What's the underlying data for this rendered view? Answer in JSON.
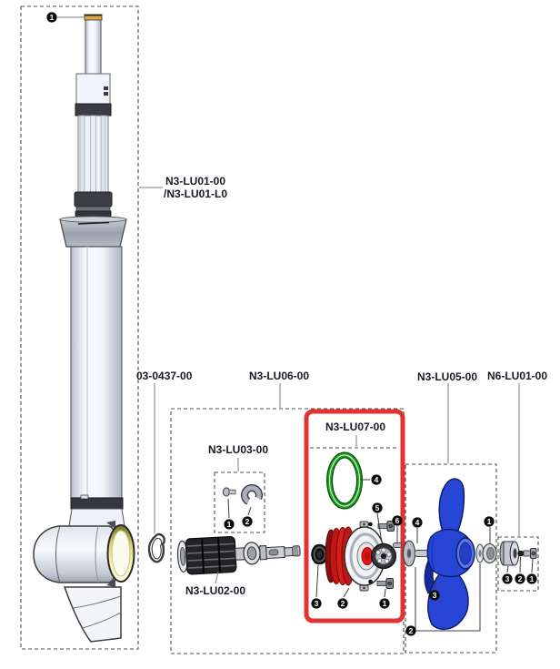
{
  "diagram": {
    "type": "exploded-parts-diagram",
    "labels": {
      "upper_assembly": "N3-LU01-00",
      "upper_assembly_alt": "/N3-LU01-L0",
      "retainer_clip": "03-0437-00",
      "lower_unit_group": "N3-LU06-00",
      "propeller_group": "N3-LU05-00",
      "hardware_group": "N6-LU01-00",
      "seal_kit_group": "N3-LU07-00",
      "rotor_hardware_group": "N3-LU03-00",
      "rotor_assembly": "N3-LU02-00"
    },
    "callouts": {
      "n1": "1",
      "n2": "2",
      "n3": "3",
      "n4": "4",
      "n5": "5",
      "n6": "6"
    },
    "colors": {
      "highlight_box_red": "#e23333",
      "oring_green": "#1ba11b",
      "propeller_blue": "#2846d6",
      "seal_red": "#d01818",
      "shaft_cap_gold": "#d8a93e",
      "pod_opening_yellow": "#eae98f",
      "label_text": "#161a24",
      "callout_black": "#0b0b0b"
    }
  }
}
